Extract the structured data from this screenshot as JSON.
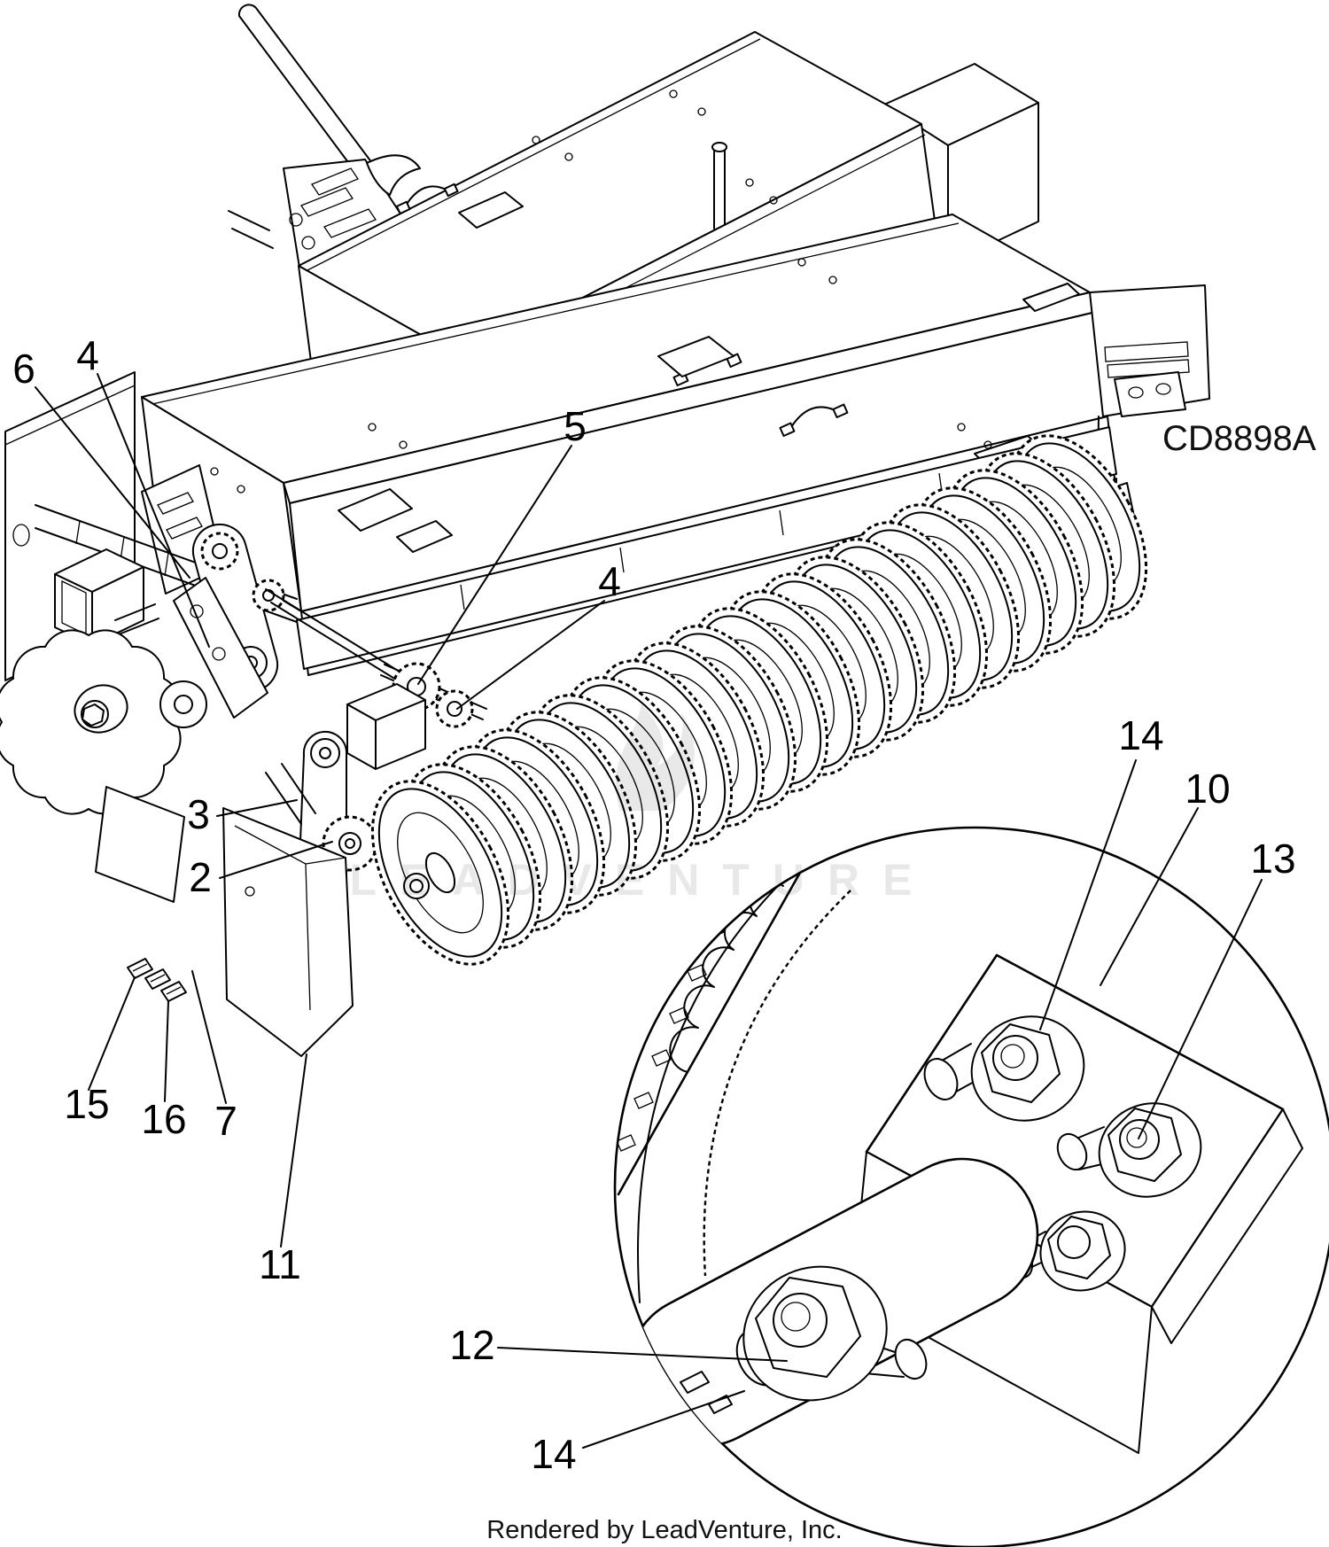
{
  "diagram": {
    "drawing_code": "CD8898A",
    "footer": "Rendered by LeadVenture, Inc.",
    "watermark_text": "LEADVENTURE",
    "background_color": "#ffffff",
    "line_color": "#000000",
    "callouts": {
      "n2": "2",
      "n3": "3",
      "n4_top": "4",
      "n4_mid": "4",
      "n5": "5",
      "n6": "6",
      "n7": "7",
      "n10": "10",
      "n11": "11",
      "n12": "12",
      "n13": "13",
      "n14_right": "14",
      "n14_bottom": "14",
      "n15": "15",
      "n16": "16"
    }
  }
}
